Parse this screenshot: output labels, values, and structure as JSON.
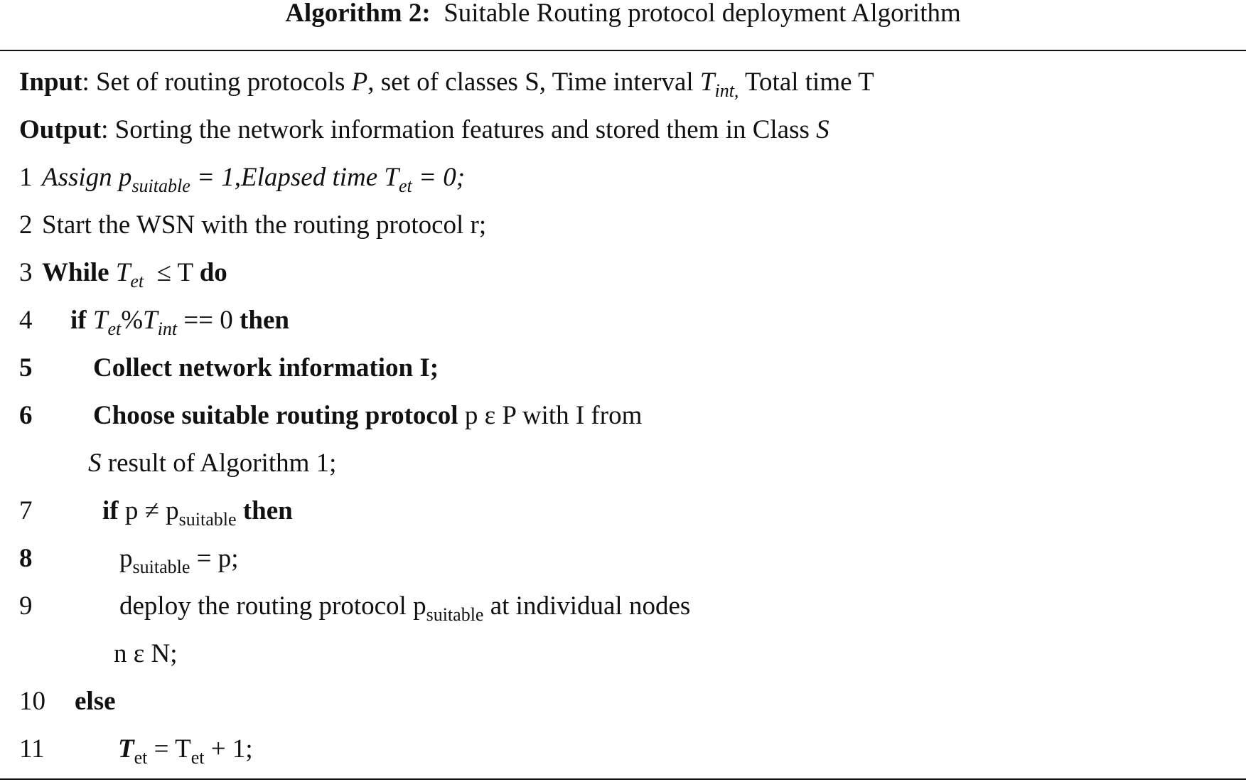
{
  "caption": {
    "label": "Algorithm 2:",
    "title": "Suitable Routing protocol deployment Algorithm"
  },
  "input": {
    "label": "Input",
    "text_a": ": Set of routing protocols ",
    "var_P": "P",
    "text_b": ", set of classes S, Time interval ",
    "var_T": "T",
    "sub_int": "int,",
    "text_c": " Total time T"
  },
  "output": {
    "label": "Output",
    "text_a": ": Sorting the network information features and stored them in Class ",
    "var_S": "S"
  },
  "steps": [
    {
      "num": "1",
      "text_a": "Assign p",
      "sub": "suitable",
      "text_b": " = 1,Elapsed time T",
      "sub2": "et",
      "text_c": " = 0;"
    },
    {
      "num": "2",
      "text": "Start the WSN with the routing protocol r;"
    },
    {
      "num": "3",
      "kw_a": "While",
      "var": " T",
      "sub": "et",
      "text": "  ≤ T ",
      "kw_b": "do"
    },
    {
      "num": "4",
      "kw_a": "if",
      "var_a": " T",
      "sub_a": "et",
      "mid": "%",
      "var_b": "T",
      "sub_b": "int",
      "text": " == 0 ",
      "kw_b": "then"
    },
    {
      "num": "5",
      "text": "Collect network information I;"
    },
    {
      "num": "6",
      "kw": "Choose suitable routing protocol",
      "text": " p ε P with I from",
      "cont_var": "S",
      "cont_text": " result of Algorithm 1;"
    },
    {
      "num": "7",
      "kw_a": "if",
      "text_a": " p ≠ p",
      "sub": "suitable",
      "kw_b": " then"
    },
    {
      "num": "8",
      "text_a": "p",
      "sub": "suitable",
      "text_b": " = p;"
    },
    {
      "num": "9",
      "text_a": "deploy the routing protocol p",
      "sub": "suitable",
      "text_b": " at individual nodes",
      "cont_text": "n ε N;"
    },
    {
      "num": "10",
      "kw": "else"
    },
    {
      "num": "11",
      "var": "T",
      "sub_a": "et",
      "text_a": " = T",
      "sub_b": "et",
      "text_b": " + 1;"
    }
  ]
}
